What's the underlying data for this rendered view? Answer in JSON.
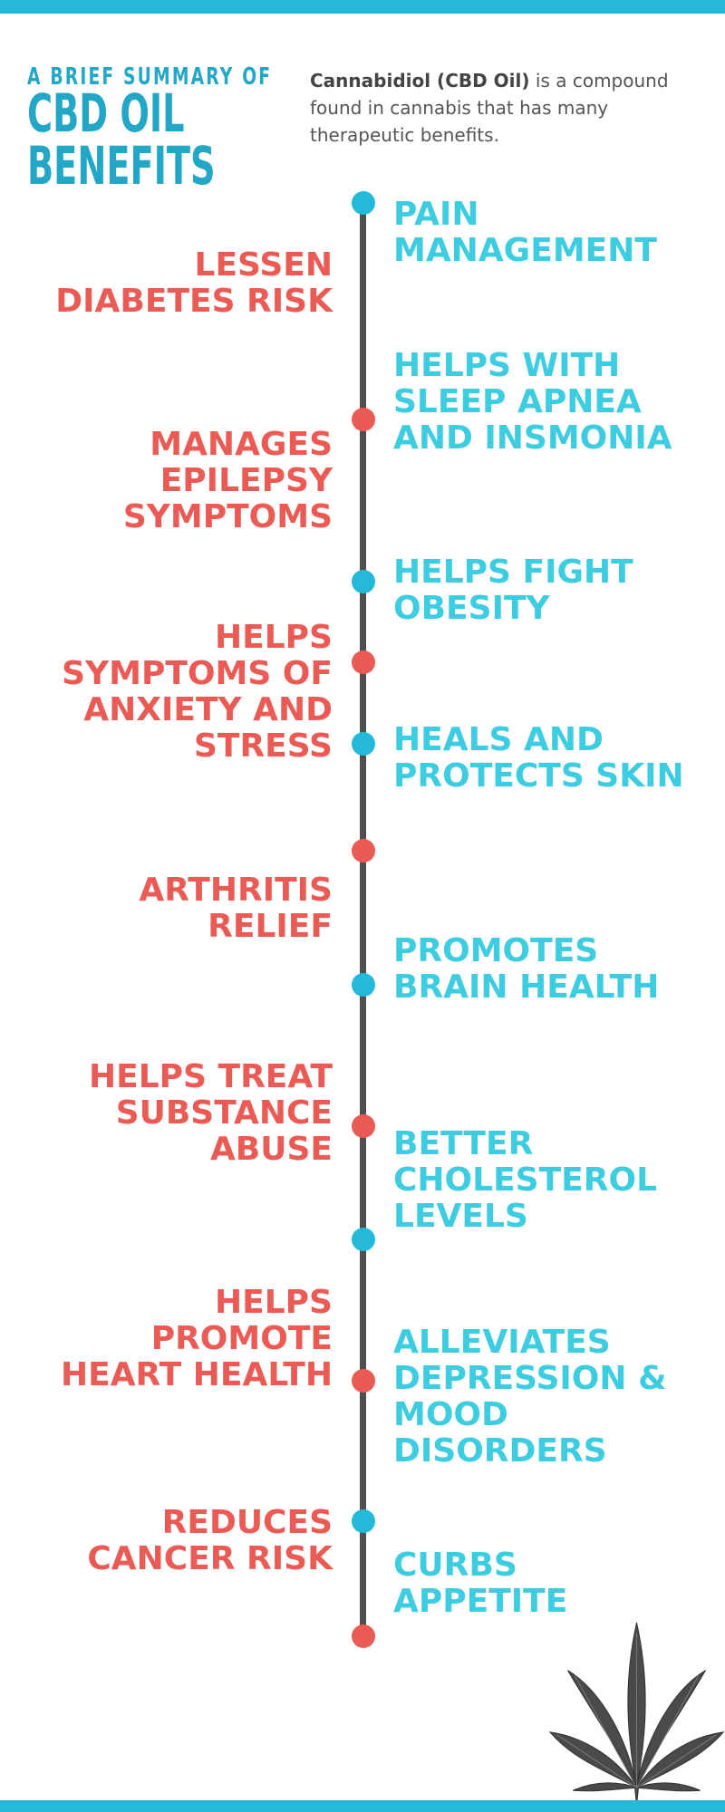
{
  "colors": {
    "teal": "#24b9d8",
    "cyan_text": "#3ecde0",
    "header_blue": "#22a7c7",
    "red": "#eb5b55",
    "line": "#4e4e4e",
    "leaf": "#4a4a4a"
  },
  "header": {
    "kicker": "A BRIEF SUMMARY OF",
    "title_line1": "CBD OIL",
    "title_line2": "BENEFITS"
  },
  "intro": {
    "bold": "Cannabidiol (CBD Oil)",
    "rest": " is a compound found in cannabis that has many therapeutic benefits."
  },
  "benefits_right": [
    "PAIN\nMANAGEMENT",
    "HELPS WITH\nSLEEP APNEA\nAND INSMONIA",
    "HELPS FIGHT\nOBESITY",
    "HEALS AND\nPROTECTS SKIN",
    "PROMOTES\nBRAIN HEALTH",
    "BETTER\nCHOLESTEROL\nLEVELS",
    "ALLEVIATES\nDEPRESSION &\nMOOD\nDISORDERS",
    "CURBS\nAPPETITE"
  ],
  "benefits_left": [
    "LESSEN\nDIABETES RISK",
    "MANAGES\nEPILEPSY\nSYMPTOMS",
    "HELPS\nSYMPTOMS OF\nANXIETY AND\nSTRESS",
    "ARTHRITIS\nRELIEF",
    "HELPS TREAT\nSUBSTANCE\nABUSE",
    "HELPS\nPROMOTE\nHEART HEALTH",
    "REDUCES\nCANCER RISK"
  ],
  "decor": {
    "leaf_icon": "cannabis-leaf-icon"
  }
}
